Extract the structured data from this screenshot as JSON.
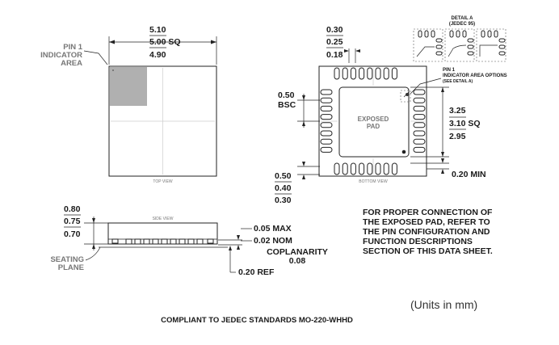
{
  "top_view": {
    "dim_max": "5.10",
    "dim_nom": "5.00 SQ",
    "dim_min": "4.90",
    "pin1_label": [
      "PIN 1",
      "INDICATOR",
      "AREA"
    ],
    "view_label": "TOP VIEW",
    "indicator_color": "#b0b0b0"
  },
  "bottom_view": {
    "pitch_max": "0.30",
    "pitch_nom": "0.25",
    "pitch_min": "0.18",
    "bsc_value": "0.50",
    "bsc_label": "BSC",
    "pad_max": "3.25",
    "pad_nom": "3.10 SQ",
    "pad_min": "2.95",
    "lead_max": "0.50",
    "lead_nom": "0.40",
    "lead_min": "0.30",
    "min_label": "0.20 MIN",
    "exposed_pad": [
      "EXPOSED",
      "PAD"
    ],
    "view_label": "BOTTOM VIEW",
    "pin1_options": [
      "PIN 1",
      "INDICATOR AREA OPTIONS",
      "(SEE DETAIL A)"
    ]
  },
  "detail": {
    "title": "DETAIL A",
    "subtitle": "(JEDEC 95)"
  },
  "side_view": {
    "h_max": "0.80",
    "h_nom": "0.75",
    "h_min": "0.70",
    "view_label": "SIDE VIEW",
    "max_label": "0.05 MAX",
    "nom_label": "0.02 NOM",
    "coplanarity_label": "COPLANARITY",
    "coplanarity_value": "0.08",
    "ref_label": "0.20 REF",
    "seating_plane": [
      "SEATING",
      "PLANE"
    ]
  },
  "note": [
    "FOR PROPER CONNECTION OF",
    "THE EXPOSED PAD, REFER TO",
    "THE PIN CONFIGURATION AND",
    "FUNCTION DESCRIPTIONS",
    "SECTION OF THIS DATA SHEET."
  ],
  "units": "(Units in mm)",
  "compliance": "COMPLIANT TO JEDEC STANDARDS MO-220-WHHD"
}
